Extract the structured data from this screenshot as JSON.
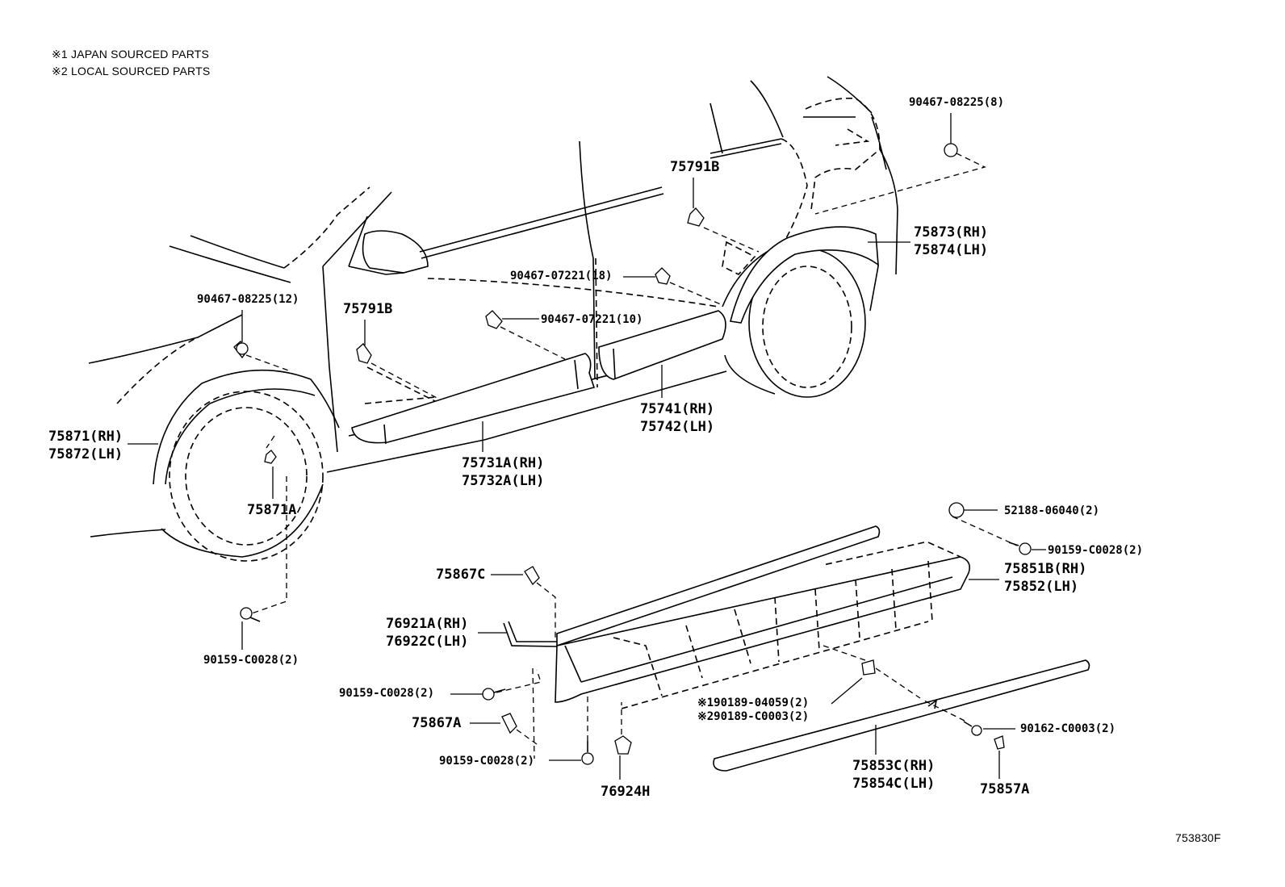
{
  "notes": [
    "※1 JAPAN SOURCED PARTS",
    "※2 LOCAL SOURCED PARTS"
  ],
  "diagram_id": "753830F",
  "labels": {
    "l_90467_08225_8": "90467-08225(8)",
    "l_75791B_upper": "75791B",
    "l_75873": "75873(RH)",
    "l_75874": "75874(LH)",
    "l_90467_07221_18": "90467-07221(18)",
    "l_90467_08225_12": "90467-08225(12)",
    "l_75791B_lower": "75791B",
    "l_90467_07221_10": "90467-07221(10)",
    "l_75741": "75741(RH)",
    "l_75742": "75742(LH)",
    "l_75871": "75871(RH)",
    "l_75872": "75872(LH)",
    "l_75731A": "75731A(RH)",
    "l_75732A": "75732A(LH)",
    "l_75871A": "75871A",
    "l_52188": "52188-06040(2)",
    "l_90159_right": "90159-C0028(2)",
    "l_75851B": "75851B(RH)",
    "l_75852": "75852(LH)",
    "l_75867C": "75867C",
    "l_76921A": "76921A(RH)",
    "l_76922C": "76922C(LH)",
    "l_90159_left": "90159-C0028(2)",
    "l_90159_mid": "90159-C0028(2)",
    "l_190189": "※190189-04059(2)",
    "l_290189": "※290189-C0003(2)",
    "l_75867A": "75867A",
    "l_90162": "90162-C0003(2)",
    "l_90159_bottom": "90159-C0028(2)",
    "l_76924H": "76924H",
    "l_75853C": "75853C(RH)",
    "l_75854C": "75854C(LH)",
    "l_75857A": "75857A"
  }
}
